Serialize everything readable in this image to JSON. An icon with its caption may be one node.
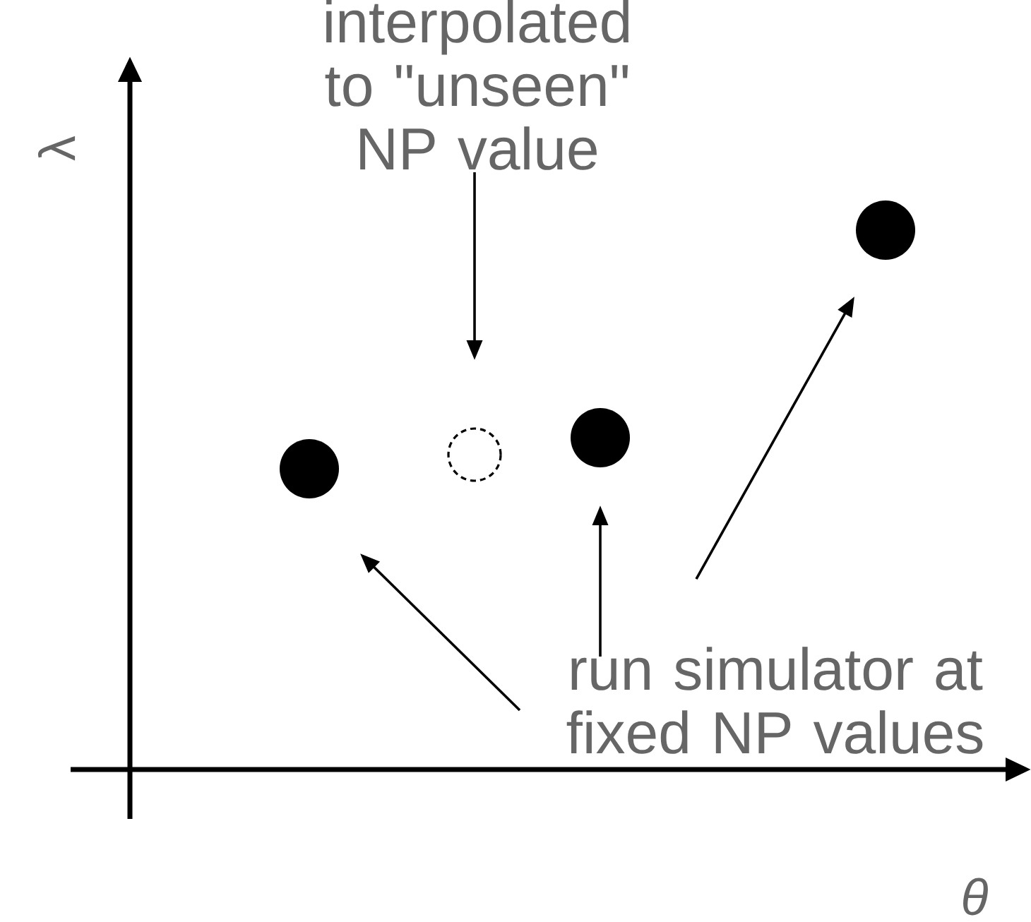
{
  "diagram": {
    "nodes": [
      {
        "text": [
          "interpolated to \"unseen\" NP value"
        ]
      },
      {
        "text": [],
        "shape": "circle"
      },
      {
        "text": [],
        "shape": "circle"
      },
      {
        "text": [],
        "shape": "circle"
      },
      {
        "text": [],
        "shape": "circle"
      },
      {
        "text": [
          "run simulator at fixed NP values"
        ]
      }
    ],
    "edges": [
      {
        "from": 0,
        "to": 2,
        "arrow": "to"
      },
      {
        "from": 5,
        "to": 1,
        "arrow": "to"
      },
      {
        "from": 5,
        "to": 3,
        "arrow": "to"
      },
      {
        "from": 5,
        "to": 4,
        "arrow": "to"
      }
    ],
    "labels": [
      "λ",
      "θ"
    ]
  }
}
